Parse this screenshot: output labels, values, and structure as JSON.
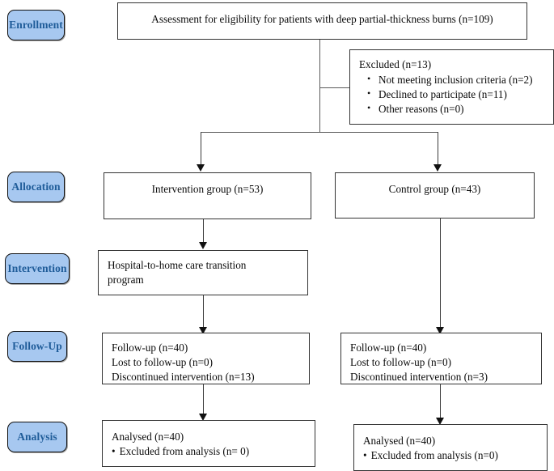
{
  "diagram": {
    "title": "CONSORT participant flow diagram",
    "colors": {
      "pill_fill": "#A7C8F0",
      "pill_text": "#1F5C99",
      "box_border": "#333333",
      "connector": "#5a5a5a"
    }
  },
  "stages": [
    {
      "id": "enrollment",
      "label": "Enrollment"
    },
    {
      "id": "allocation",
      "label": "Allocation"
    },
    {
      "id": "intervention",
      "label": "Intervention"
    },
    {
      "id": "followup",
      "label": "Follow-Up"
    },
    {
      "id": "analysis",
      "label": "Analysis"
    }
  ],
  "boxes": {
    "assessment": {
      "text": "Assessment for eligibility for patients with deep partial-thickness burns (n=109)"
    },
    "excluded": {
      "heading": "Excluded (n=13)",
      "reasons": [
        "Not meeting inclusion criteria (n=2)",
        "Declined to participate (n=11)",
        "Other reasons (n=0)"
      ]
    },
    "intervention_group": {
      "text": "Intervention group (n=53)"
    },
    "control_group": {
      "text": "Control group (n=43)"
    },
    "intervention_program": {
      "line1": "Hospital-to-home care transition",
      "line2": "program"
    },
    "followup_left": {
      "line1": "Follow-up (n=40)",
      "line2": "Lost to follow-up (n=0)",
      "line3": "Discontinued intervention (n=13)"
    },
    "followup_right": {
      "line1": "Follow-up (n=40)",
      "line2": "Lost to follow-up (n=0)",
      "line3": "Discontinued intervention (n=3)"
    },
    "analysis_left": {
      "line1": "Analysed (n=40)",
      "line2": "Excluded from analysis (n= 0)"
    },
    "analysis_right": {
      "line1": "Analysed (n=40)",
      "line2": "Excluded from analysis (n=0)"
    }
  }
}
